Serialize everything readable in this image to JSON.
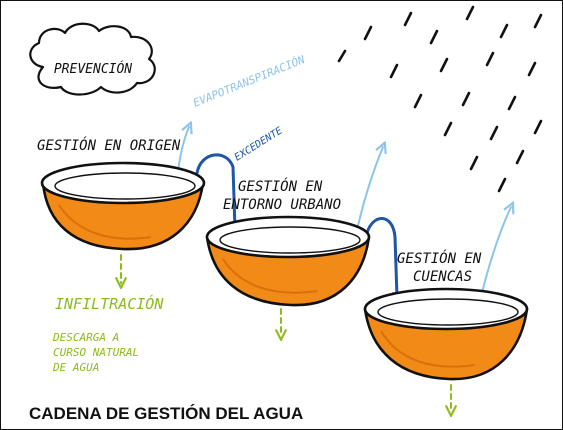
{
  "diagram": {
    "title": "CADENA DE GESTIÓN DEL AGUA",
    "cloud_label": "PREVENCIÓN",
    "labels": {
      "evapotranspiration": "EVAPOTRANSPIRACIÓN",
      "excess": "EXCEDENTE",
      "origin": "GESTIÓN EN ORIGEN",
      "urban_line1": "GESTIÓN EN",
      "urban_line2": "ENTORNO URBANO",
      "basin_line1": "GESTIÓN EN",
      "basin_line2": "CUENCAS",
      "infiltration": "INFILTRACIÓN",
      "discharge_line1": "DESCARGA A",
      "discharge_line2": "CURSO NATURAL",
      "discharge_line3": "DE AGUA"
    },
    "colors": {
      "bowl_orange": "#f28a17",
      "bowl_shadow": "#d9700a",
      "outline": "#111111",
      "evaporation_blue": "#8cc4ea",
      "flow_blue": "#1f56a6",
      "infiltration_green": "#8dbb1c"
    },
    "icons": [
      "cloud-icon",
      "rain-icon",
      "bowl-icon",
      "arrow-icon"
    ]
  }
}
